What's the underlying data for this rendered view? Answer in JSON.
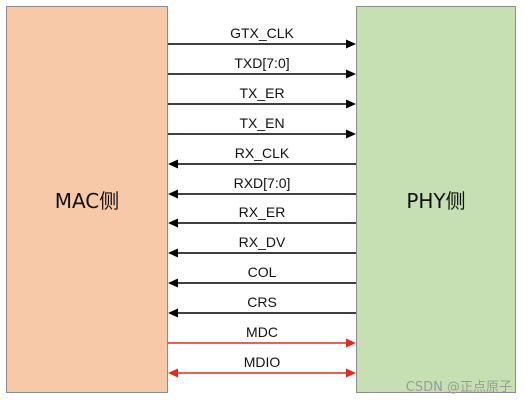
{
  "blocks": {
    "mac": {
      "label": "MAC侧",
      "color": "#f7c9a9"
    },
    "phy": {
      "label": "PHY侧",
      "color": "#c6e0b3"
    }
  },
  "signals": [
    {
      "name": "GTX_CLK",
      "direction": "mac-to-phy",
      "color": "#000000"
    },
    {
      "name": "TXD[7:0]",
      "direction": "mac-to-phy",
      "color": "#000000"
    },
    {
      "name": "TX_ER",
      "direction": "mac-to-phy",
      "color": "#000000"
    },
    {
      "name": "TX_EN",
      "direction": "mac-to-phy",
      "color": "#000000"
    },
    {
      "name": "RX_CLK",
      "direction": "phy-to-mac",
      "color": "#000000"
    },
    {
      "name": "RXD[7:0]",
      "direction": "phy-to-mac",
      "color": "#000000"
    },
    {
      "name": "RX_ER",
      "direction": "phy-to-mac",
      "color": "#000000"
    },
    {
      "name": "RX_DV",
      "direction": "phy-to-mac",
      "color": "#000000"
    },
    {
      "name": "COL",
      "direction": "phy-to-mac",
      "color": "#000000"
    },
    {
      "name": "CRS",
      "direction": "phy-to-mac",
      "color": "#000000"
    },
    {
      "name": "MDC",
      "direction": "mac-to-phy",
      "color": "#e8281e"
    },
    {
      "name": "MDIO",
      "direction": "bidirectional",
      "color": "#e8281e"
    }
  ],
  "watermark": "CSDN @正点原子"
}
